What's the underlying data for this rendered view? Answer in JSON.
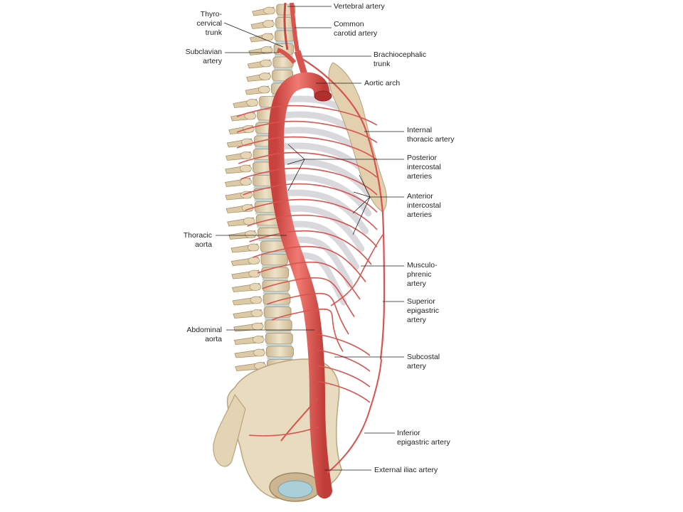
{
  "labels": {
    "thyrocervical_trunk": "Thyro-\ncervical\ntrunk",
    "subclavian_artery": "Subclavian\nartery",
    "thoracic_aorta": "Thoracic\naorta",
    "abdominal_aorta": "Abdominal\naorta",
    "vertebral_artery": "Vertebral artery",
    "common_carotid_artery": "Common\ncarotid artery",
    "brachiocephalic_trunk": "Brachiocephalic\ntrunk",
    "aortic_arch": "Aortic arch",
    "internal_thoracic_artery": "Internal\nthoracic artery",
    "posterior_intercostal_arteries": "Posterior\nintercostal\narteries",
    "anterior_intercostal_arteries": "Anterior\nintercostal\narteries",
    "musculophrenic_artery": "Musculo-\nphrenic\nartery",
    "superior_epigastric_artery": "Superior\nepigastric\nartery",
    "subcostal_artery": "Subcostal\nartery",
    "inferior_epigastric_artery": "Inferior\nepigastric artery",
    "external_iliac_artery": "External iliac artery"
  },
  "colors": {
    "artery": "#d9534f",
    "artery_dark": "#b83a36",
    "bone": "#e6d8bd",
    "bone_shade": "#c8b48e",
    "rib": "#d9d9de",
    "label_text": "#231f20",
    "leader_line": "#231f20"
  }
}
